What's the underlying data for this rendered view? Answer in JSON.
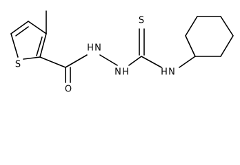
{
  "molecule": {
    "atoms": {
      "sulfur_ring": "S",
      "oxygen_carbonyl": "O",
      "nh_1": "H",
      "nh_1_n": "N",
      "nh_2": "H",
      "nh_2_n": "N",
      "sulfur_thione": "S",
      "nh_3": "H",
      "nh_3_n": "N"
    }
  }
}
